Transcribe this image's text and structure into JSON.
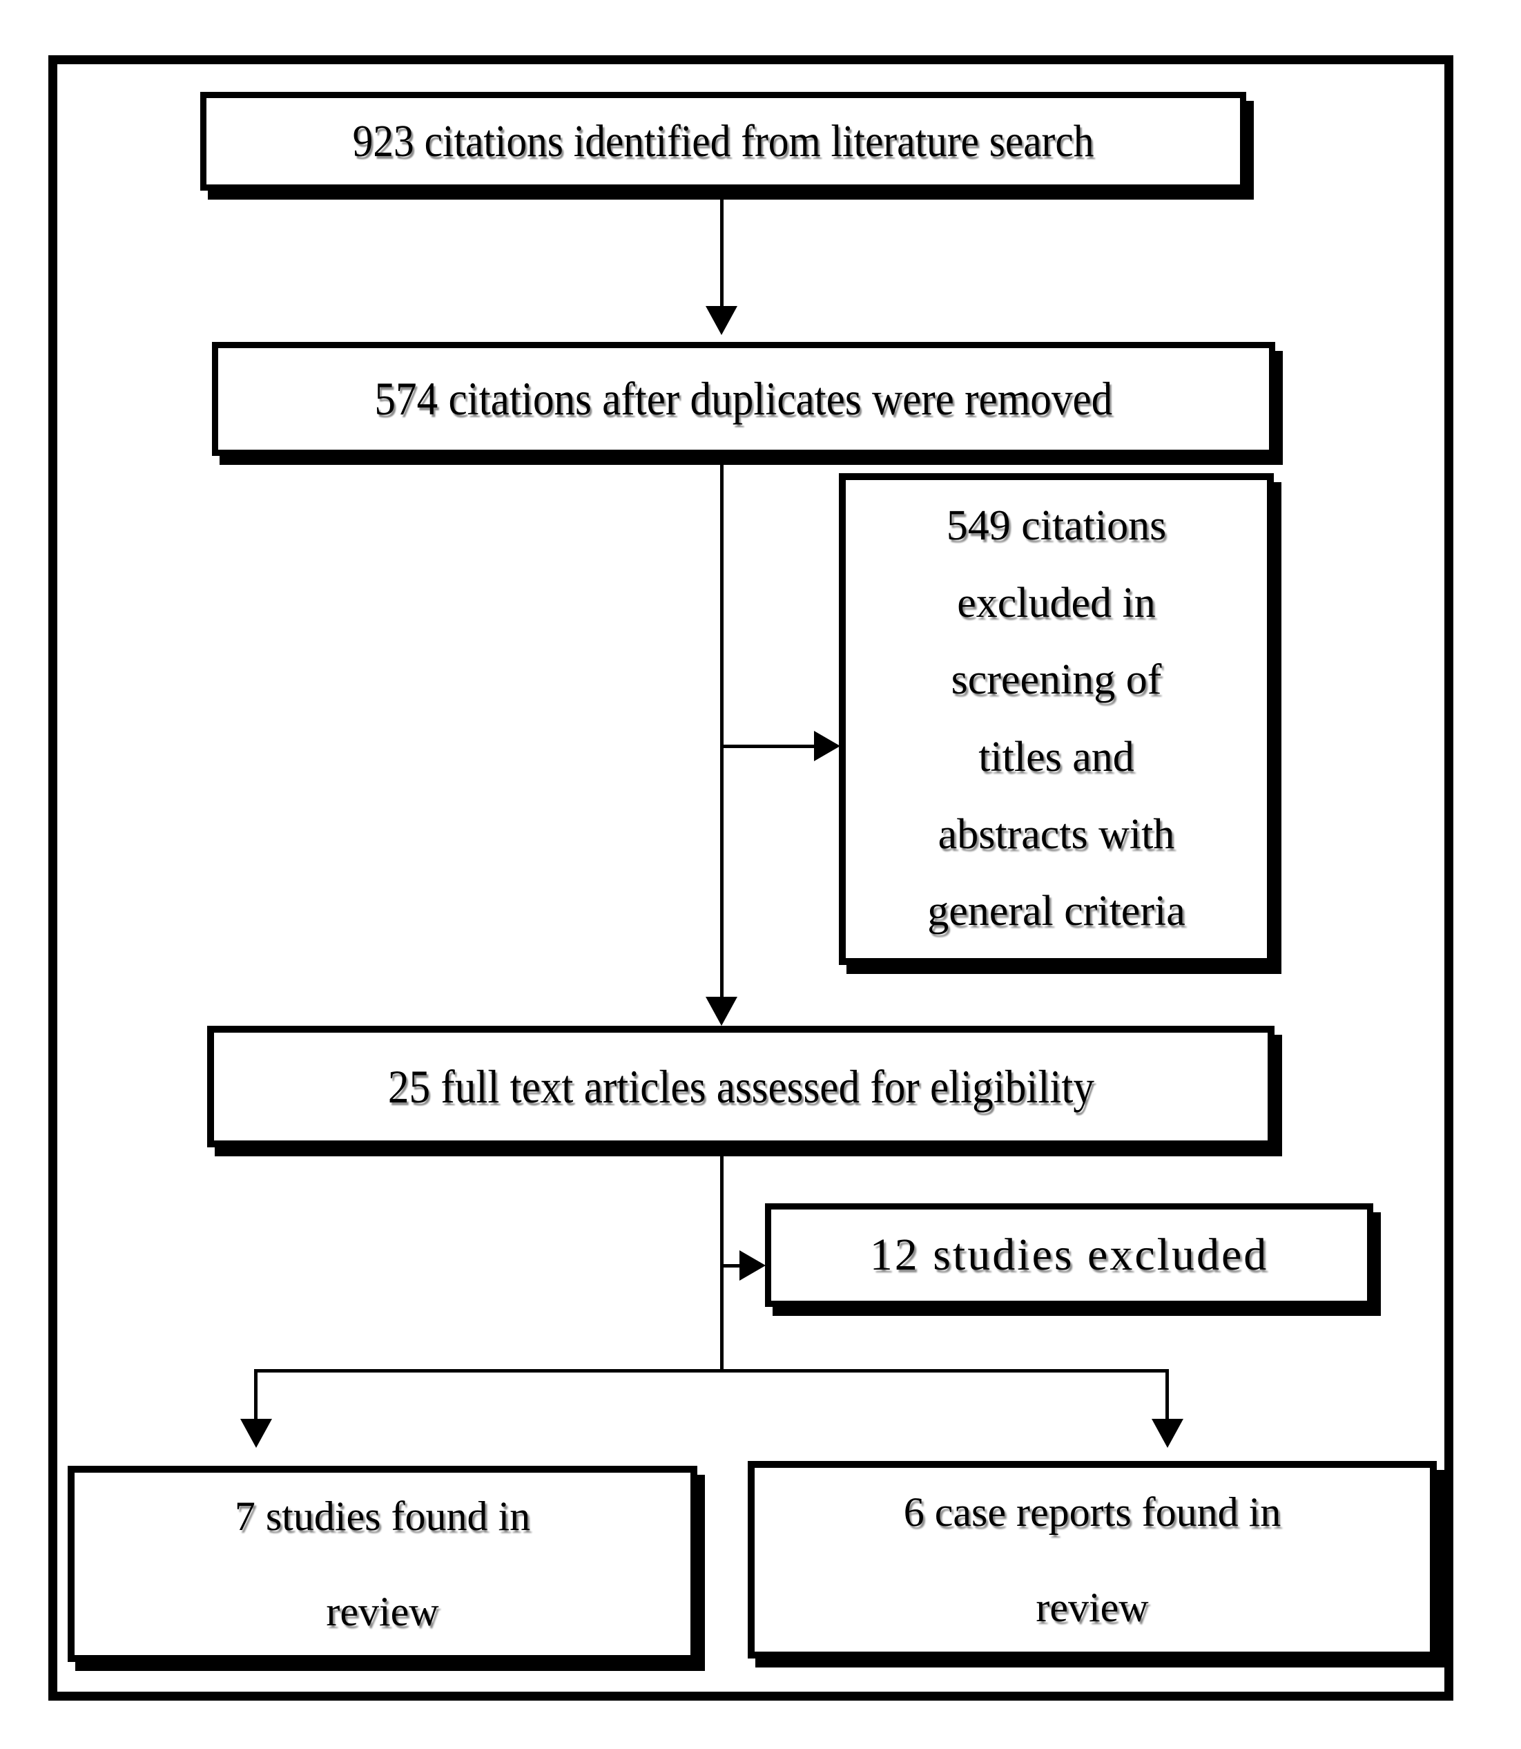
{
  "diagram": {
    "colors": {
      "ink": "#000000",
      "paper": "#ffffff"
    },
    "nodes": {
      "identified": {
        "count": 923,
        "label": "923 citations identified from literature search"
      },
      "deduplicated": {
        "count": 574,
        "label": "574 citations after duplicates were removed"
      },
      "excluded_screening": {
        "count": 549,
        "label": "549 citations\nexcluded in\nscreening of\ntitles and\nabstracts with\ngeneral criteria"
      },
      "fulltext_assessed": {
        "count": 25,
        "label": "25 full text articles assessed for eligibility"
      },
      "excluded_fulltext": {
        "count": 12,
        "label": "12 studies excluded"
      },
      "studies_included": {
        "count": 7,
        "label": "7 studies found in\nreview"
      },
      "case_reports_included": {
        "count": 6,
        "label": "6 case reports found in\nreview"
      }
    },
    "edges": [
      {
        "from": "identified",
        "to": "deduplicated"
      },
      {
        "from": "deduplicated",
        "to": "excluded_screening"
      },
      {
        "from": "deduplicated",
        "to": "fulltext_assessed"
      },
      {
        "from": "fulltext_assessed",
        "to": "excluded_fulltext"
      },
      {
        "from": "fulltext_assessed",
        "to": "studies_included"
      },
      {
        "from": "fulltext_assessed",
        "to": "case_reports_included"
      }
    ]
  }
}
